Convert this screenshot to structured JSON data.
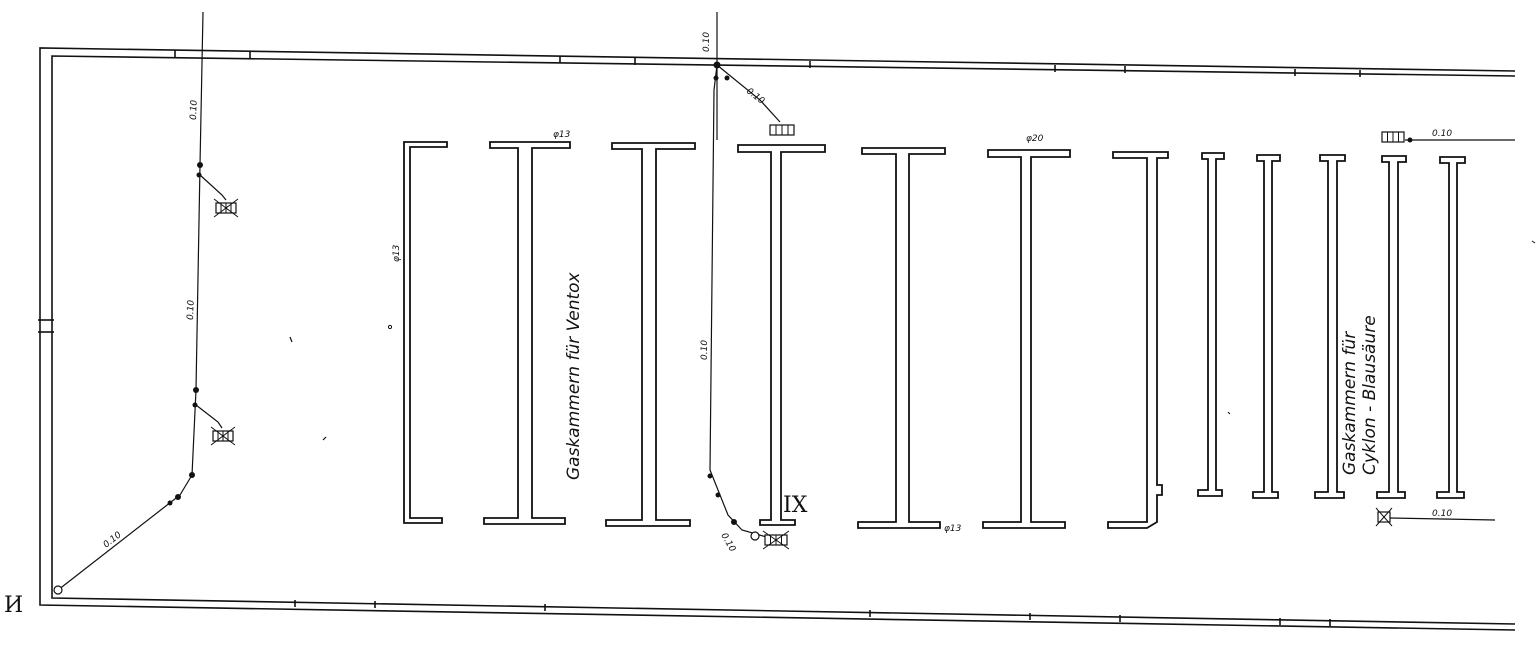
{
  "room_number": "IX",
  "corner_mark": "И",
  "labels": {
    "ventox": "Gaskammern für Ventox",
    "zyklon_line1": "Gaskammern für",
    "zyklon_line2": "Cyklon - Blausäure",
    "pipe_010": "0.10",
    "dim_13": "φ13",
    "dim_20": "φ20",
    "dim_13b": "φ13"
  },
  "icons": {
    "fixture": "radiator-icon",
    "junction": "pipe-junction-icon"
  },
  "colors": {
    "ink": "#111111",
    "paper": "#ffffff"
  }
}
